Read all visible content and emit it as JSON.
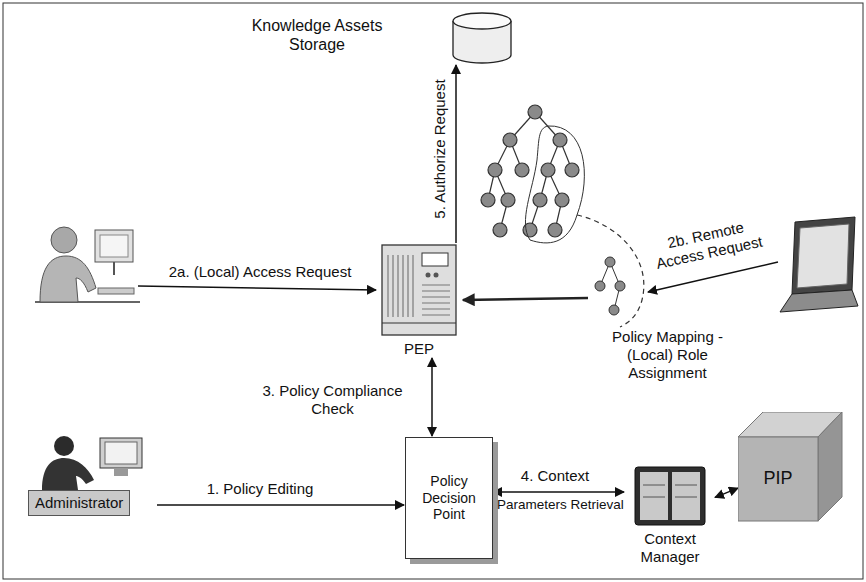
{
  "diagram": {
    "nodes": [
      {
        "text": [
          "Knowledge Assets Storage"
        ]
      },
      {
        "text": [
          "PEP"
        ]
      },
      {
        "text": [
          "PIP"
        ]
      },
      {
        "text": [
          "Administrator"
        ]
      },
      {
        "text": [
          "Policy Decision Point"
        ]
      },
      {
        "text": [
          "Context Manager"
        ]
      }
    ],
    "edges": [
      {
        "from": 1,
        "to": 0,
        "label": "5. Authorize Request",
        "arrow": "to"
      },
      {
        "from": 1,
        "to": 4,
        "label": "3. Policy Compliance Check",
        "arrow": "both"
      },
      {
        "from": 3,
        "to": 4,
        "label": "1. Policy Editing",
        "arrow": "to"
      },
      {
        "from": 4,
        "to": 5,
        "label": "4. Context",
        "arrow": "both"
      },
      {
        "from": 5,
        "to": 2,
        "arrow": "both"
      }
    ],
    "labels": [
      "2a. (Local) Access Request",
      "2b. Remote Access Request",
      "Policy Mapping - (Local) Role Assignment",
      "Parameters Retrieval"
    ]
  }
}
